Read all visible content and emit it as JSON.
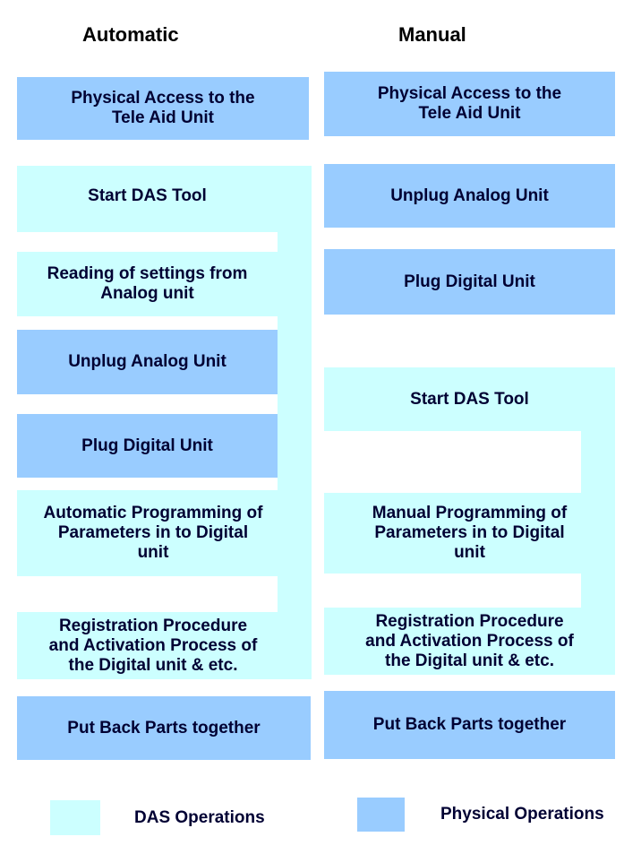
{
  "titles": {
    "left": "Automatic",
    "right": "Manual"
  },
  "colors": {
    "das_operation": "#CCFFFF",
    "physical_operation": "#99CCFF",
    "text": "#000033"
  },
  "left_column": {
    "title": "Automatic",
    "steps": [
      {
        "label": "Physical Access to the\nTele Aid Unit",
        "type": "physical"
      },
      {
        "label": "Start DAS Tool",
        "type": "das"
      },
      {
        "label": "Reading of settings from\nAnalog unit",
        "type": "das"
      },
      {
        "label": "Unplug Analog Unit",
        "type": "physical"
      },
      {
        "label": "Plug Digital Unit",
        "type": "physical"
      },
      {
        "label": "Automatic Programming of\nParameters in to Digital\nunit",
        "type": "das"
      },
      {
        "label": "Registration Procedure\nand Activation Process of\nthe Digital unit & etc.",
        "type": "das"
      },
      {
        "label": "Put Back Parts together",
        "type": "physical"
      }
    ]
  },
  "right_column": {
    "title": "Manual",
    "steps": [
      {
        "label": "Physical Access to the\nTele Aid Unit",
        "type": "physical"
      },
      {
        "label": "Unplug Analog Unit",
        "type": "physical"
      },
      {
        "label": "Plug Digital Unit",
        "type": "physical"
      },
      {
        "label": "Start DAS Tool",
        "type": "das"
      },
      {
        "label": "Manual Programming of\nParameters in to Digital\nunit",
        "type": "das"
      },
      {
        "label": "Registration Procedure\nand Activation Process of\nthe Digital unit & etc.",
        "type": "das"
      },
      {
        "label": "Put Back Parts together",
        "type": "physical"
      }
    ]
  },
  "legend": {
    "das_label": "DAS Operations",
    "physical_label": "Physical Operations"
  }
}
